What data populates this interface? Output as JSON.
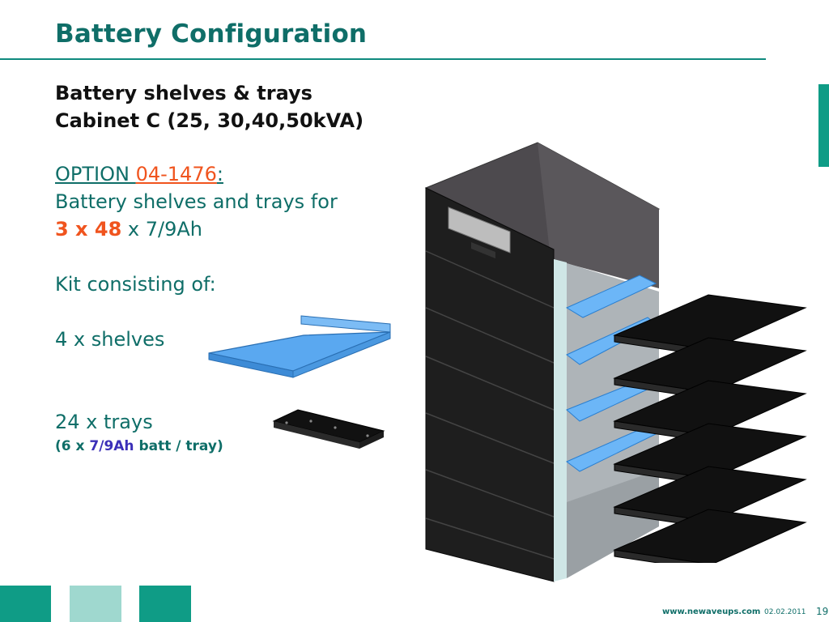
{
  "slide": {
    "title": "Battery Configuration",
    "subtitle_line1": "Battery shelves & trays",
    "subtitle_line2": "Cabinet C (25, 30,40,50kVA)",
    "option_label": "OPTION ",
    "option_code": "04-1476",
    "option_colon": ":",
    "desc_line": "Battery shelves and trays for",
    "qty_bold": "3 x 48",
    "qty_rest": " x 7/9Ah",
    "kit_label": "Kit consisting of:",
    "shelves": "4 x shelves",
    "trays": "24 x trays",
    "trays_note_pre": "(6 x ",
    "trays_note_highlight": "7/9Ah",
    "trays_note_post": " batt / tray)"
  },
  "footer": {
    "url": "www.newaveups.com",
    "date": "02.02.2011",
    "page": "19"
  },
  "colors": {
    "teal": "#0f6e68",
    "accent_red": "#f0541e",
    "accent_blue": "#3b2fb8",
    "shelf_blue": "#5aa8f0",
    "square_dark": "#0f9c86",
    "square_light": "#9fd8cf"
  }
}
